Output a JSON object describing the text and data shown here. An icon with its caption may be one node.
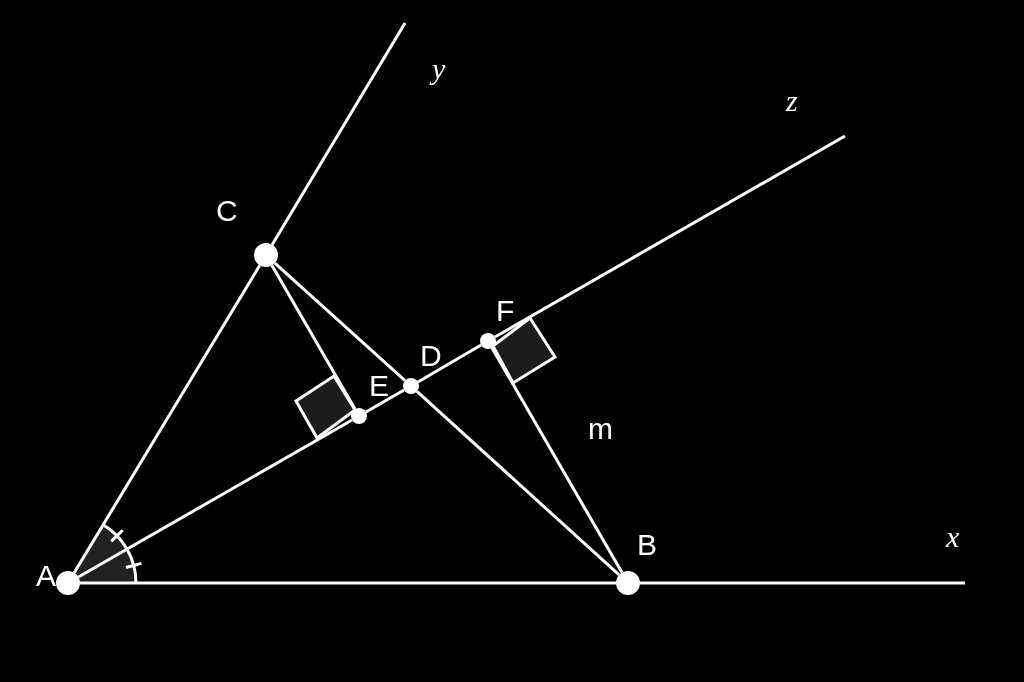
{
  "diagram": {
    "nodes": [
      {
        "text": [
          "A"
        ]
      },
      {
        "text": [
          "B"
        ]
      },
      {
        "text": [
          "C"
        ]
      },
      {
        "text": [
          "D"
        ]
      },
      {
        "text": [
          "E"
        ]
      },
      {
        "text": [
          "F"
        ]
      }
    ],
    "edges": [
      {
        "from": 0,
        "to": 1,
        "arrow": "none"
      },
      {
        "from": 1,
        "to": null,
        "arrow": "none"
      },
      {
        "from": 0,
        "to": 2,
        "arrow": "none"
      },
      {
        "from": 2,
        "to": null,
        "arrow": "none"
      },
      {
        "from": 0,
        "to": 4,
        "arrow": "none"
      },
      {
        "from": 4,
        "to": 3,
        "arrow": "none"
      },
      {
        "from": 3,
        "to": 5,
        "arrow": "none"
      },
      {
        "from": 5,
        "to": null,
        "arrow": "none"
      },
      {
        "from": 2,
        "to": 4,
        "arrow": "none"
      },
      {
        "from": 2,
        "to": 3,
        "arrow": "none"
      },
      {
        "from": 3,
        "to": 1,
        "arrow": "none"
      },
      {
        "from": 5,
        "to": 1,
        "arrow": "none"
      }
    ],
    "labels": [
      "y",
      "z",
      "m",
      "x"
    ]
  }
}
